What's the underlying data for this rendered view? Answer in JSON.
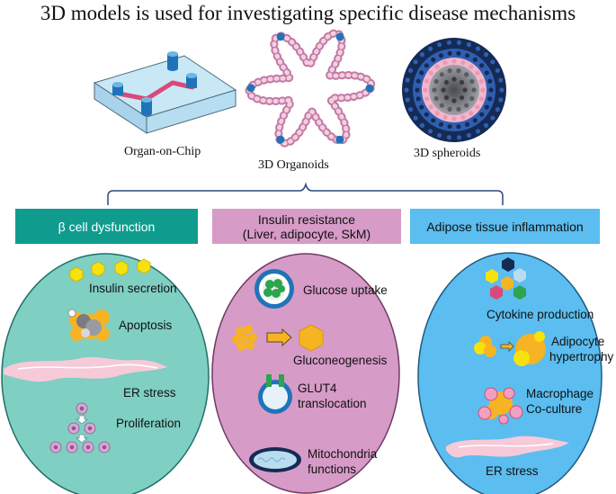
{
  "title": "3D models is used for investigating specific disease mechanisms",
  "models": {
    "organ_on_chip": "Organ-on-Chip",
    "organoids": "3D Organoids",
    "spheroids": "3D spheroids"
  },
  "panels": {
    "beta": {
      "header": "β cell dysfunction",
      "items": [
        "Insulin secretion",
        "Apoptosis",
        "ER stress",
        "Proliferation"
      ],
      "header_color": "#0f9c8e",
      "body_color": "#7fcfc3"
    },
    "insulin": {
      "header_line1": "Insulin resistance",
      "header_line2": "(Liver, adipocyte, SkM)",
      "items": [
        "Glucose uptake",
        "Gluconeogenesis",
        "GLUT4",
        "translocation",
        "Mitochondria",
        "functions"
      ],
      "header_color": "#d79bc8",
      "body_color": "#d79bc8"
    },
    "adipose": {
      "header": "Adipose tissue inflammation",
      "items": [
        "Cytokine production",
        "Adipocyte",
        "hypertrophy",
        "Macrophage",
        "Co-culture",
        "ER stress"
      ],
      "header_color": "#5bbdf0",
      "body_color": "#5bbdf0"
    }
  },
  "colors": {
    "yellow": "#f7e10e",
    "orange": "#f6b324",
    "pink_cell": "#f7c9d8",
    "blue": "#1f74b8",
    "navy": "#152a55"
  },
  "icons": [
    "chip-icon",
    "organoid-icon",
    "spheroid-icon",
    "bracket-icon"
  ]
}
